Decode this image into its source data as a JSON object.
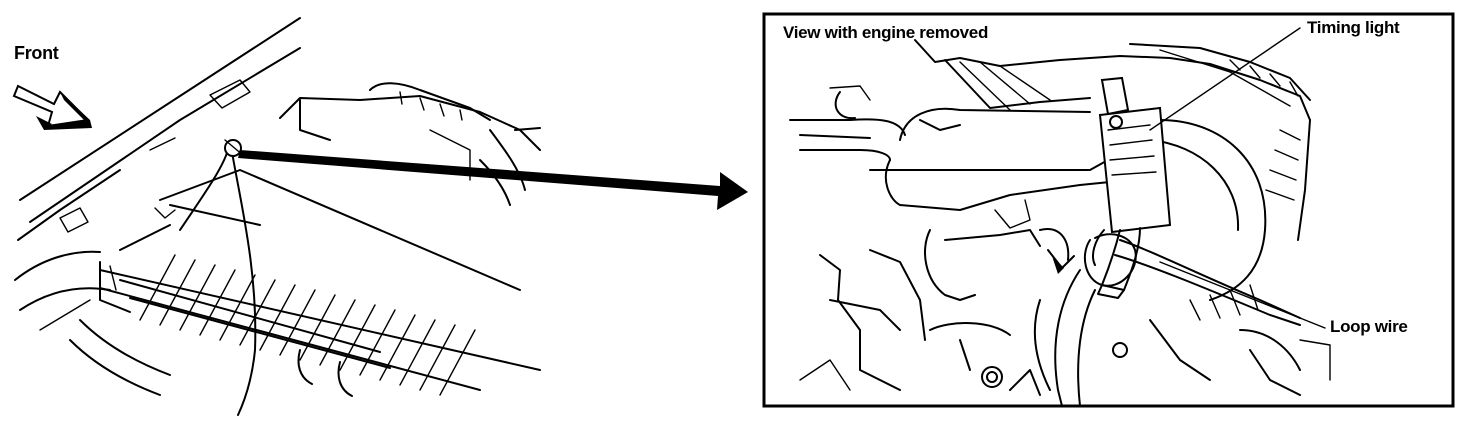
{
  "labels": {
    "front": "Front",
    "inset_title": "View with engine removed",
    "timing_light": "Timing light",
    "loop_wire": "Loop wire"
  },
  "colors": {
    "line": "#000000",
    "background": "#ffffff"
  },
  "icons": {
    "direction_arrow": "front-direction-arrow-icon",
    "callout_arrow": "callout-arrow-icon"
  }
}
